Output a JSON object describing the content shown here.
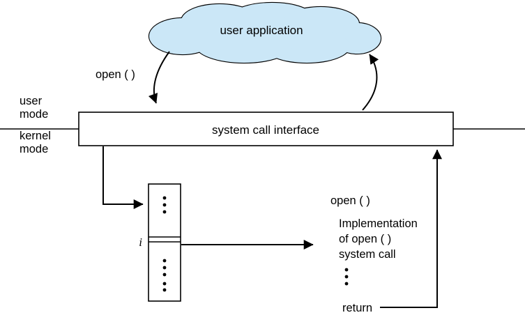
{
  "diagram": {
    "cloud_label": "user application",
    "open_call_label": "open ( )",
    "user_mode_lines": [
      "user",
      "mode"
    ],
    "kernel_mode_lines": [
      "kernel",
      "mode"
    ],
    "interface_label": "system call interface",
    "table_index_label": "i",
    "implementation_heading": "open ( )",
    "implementation_lines": [
      "Implementation",
      "of open ( )",
      "system call"
    ],
    "return_label": "return",
    "colors": {
      "cloud_fill": "#cbe7f7",
      "table_fill": "#cbe7f7",
      "interface_fill": "#c2c4c6"
    }
  }
}
